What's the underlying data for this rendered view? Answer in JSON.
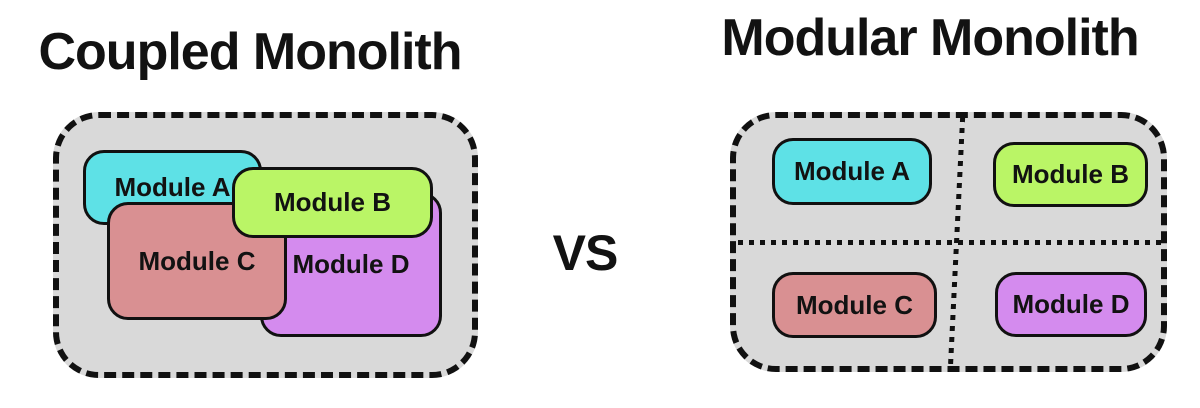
{
  "left_panel": {
    "title": "Coupled Monolith",
    "modules": [
      {
        "id": "A",
        "label": "Module A",
        "color": "#5ee1e6"
      },
      {
        "id": "B",
        "label": "Module B",
        "color": "#baf566"
      },
      {
        "id": "C",
        "label": "Module C",
        "color": "#d99092"
      },
      {
        "id": "D",
        "label": "Module D",
        "color": "#d48bee"
      }
    ]
  },
  "divider": {
    "label": "VS"
  },
  "right_panel": {
    "title": "Modular Monolith",
    "modules": [
      {
        "id": "A",
        "label": "Module A",
        "color": "#5ee1e6"
      },
      {
        "id": "B",
        "label": "Module B",
        "color": "#baf566"
      },
      {
        "id": "C",
        "label": "Module C",
        "color": "#d99092"
      },
      {
        "id": "D",
        "label": "Module D",
        "color": "#d48bee"
      }
    ]
  },
  "colors": {
    "container_fill": "#d9d9d9",
    "border": "#111111",
    "text": "#121212",
    "background": "#ffffff"
  }
}
